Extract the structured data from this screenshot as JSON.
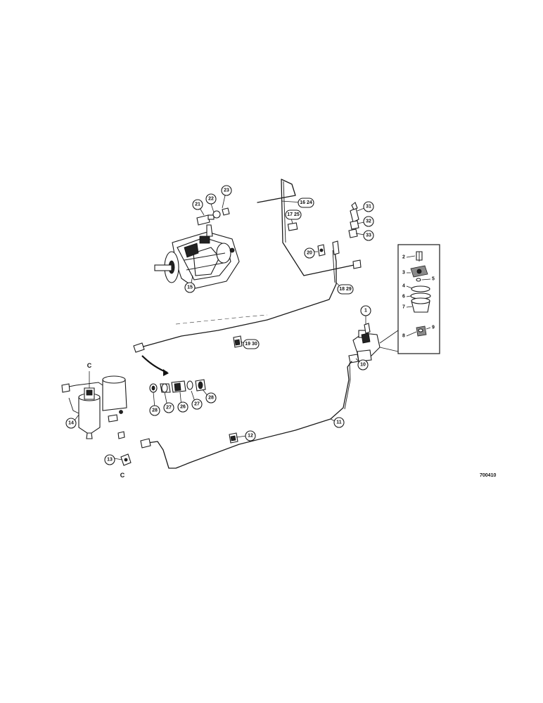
{
  "diagram": {
    "reference_number": "700410",
    "inset_box": {
      "item_numbers": [
        "2",
        "3",
        "4",
        "5",
        "6",
        "7",
        "8",
        "9"
      ]
    },
    "section_marks": {
      "upper": "C",
      "lower": "C"
    },
    "callouts": {
      "c1": "1",
      "c10": "10",
      "c11": "11",
      "c12": "12",
      "c13": "13",
      "c14": "14",
      "c15": "15",
      "c16_24": "16 24",
      "c17_25": "17 25",
      "c18_29": "18 29",
      "c19_30": "19 30",
      "c20": "20",
      "c21": "21",
      "c22": "22",
      "c23": "23",
      "c26": "26",
      "c27a": "27",
      "c27b": "27",
      "c28a": "28",
      "c28b": "28",
      "c31": "31",
      "c32": "32",
      "c33": "33"
    }
  }
}
